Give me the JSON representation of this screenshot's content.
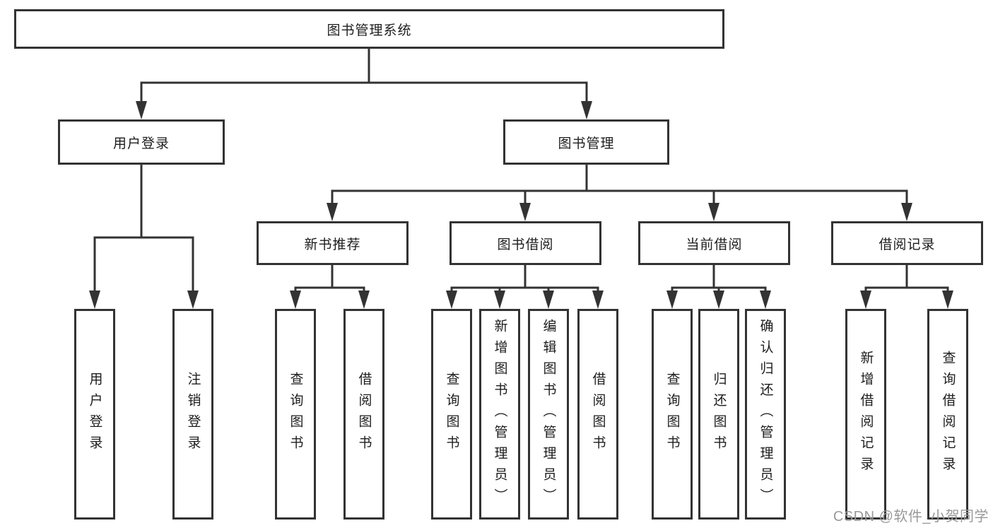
{
  "colors": {
    "line": "#333333",
    "box_border": "#333333",
    "text": "#1d1d1d",
    "watermark": "#999999",
    "background": "#ffffff"
  },
  "diagram": {
    "title": "图书管理系统",
    "level2": [
      {
        "label": "用户登录",
        "leaves": [
          "用户登录",
          "注销登录"
        ]
      },
      {
        "label": "图书管理",
        "sections": [
          {
            "label": "新书推荐",
            "leaves": [
              "查询图书",
              "借阅图书"
            ]
          },
          {
            "label": "图书借阅",
            "leaves": [
              "查询图书",
              "新增图书（管理员）",
              "编辑图书（管理员）",
              "借阅图书"
            ]
          },
          {
            "label": "当前借阅",
            "leaves": [
              "查询图书",
              "归还图书",
              "确认归还（管理员）"
            ]
          },
          {
            "label": "借阅记录",
            "leaves": [
              "新增借阅记录",
              "查询借阅记录"
            ]
          }
        ]
      }
    ]
  },
  "watermark": {
    "text": "CSDN @软件_小贺同学"
  }
}
